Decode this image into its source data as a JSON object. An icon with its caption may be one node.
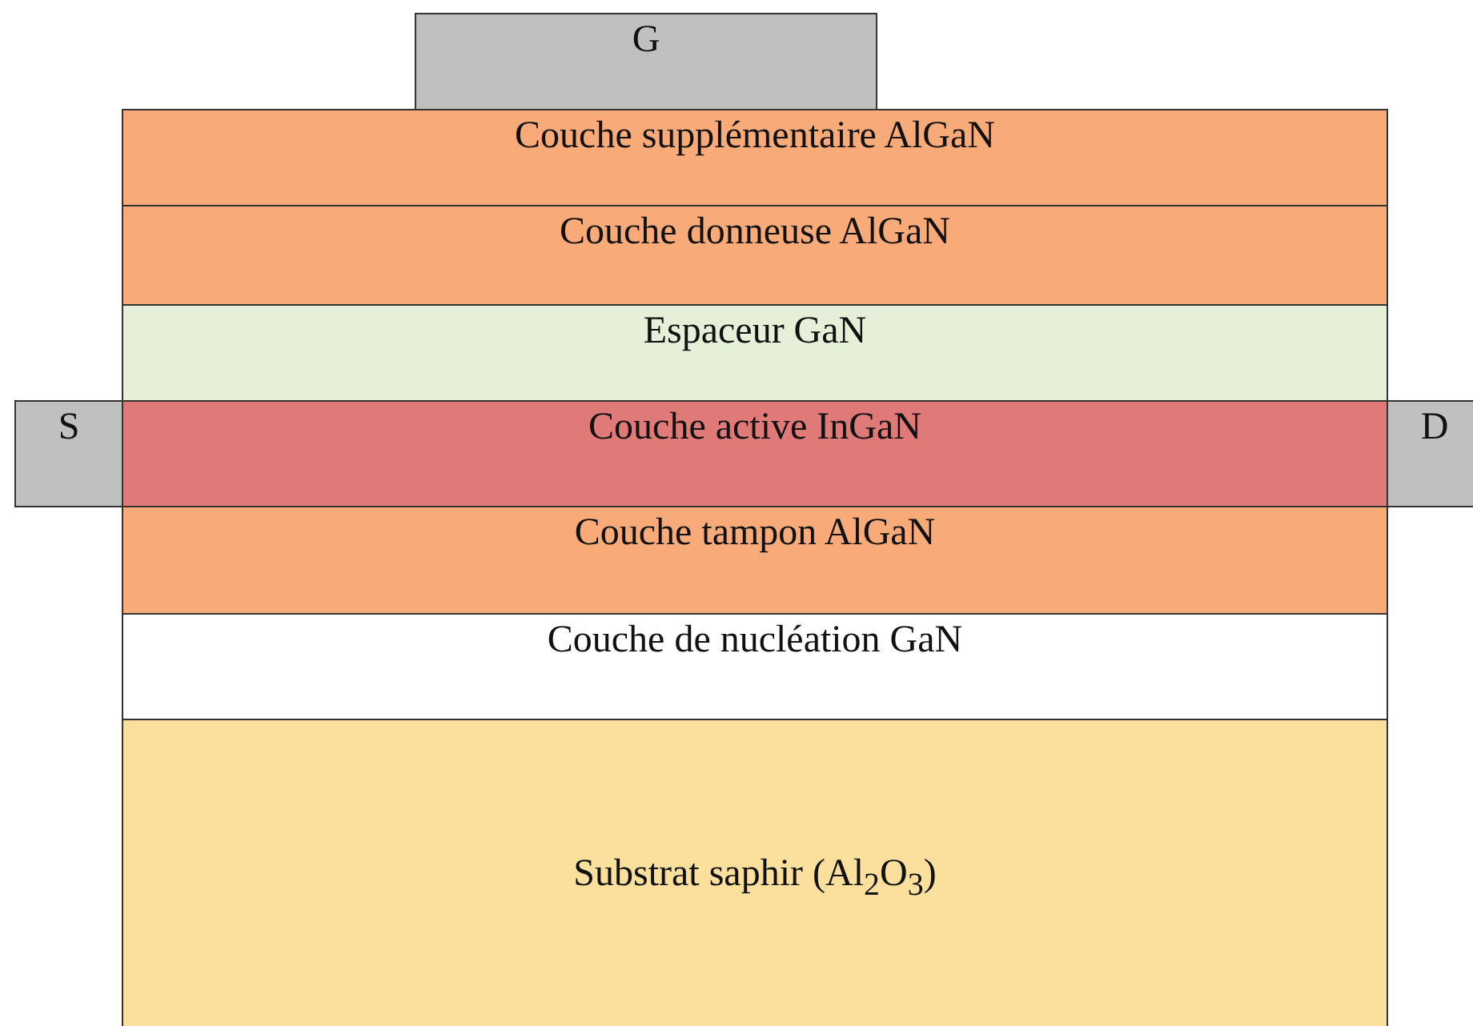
{
  "diagram": {
    "nodes": [
      {
        "text": [
          "G"
        ]
      },
      {
        "text": [
          "Couche supplémentaire AlGaN"
        ]
      },
      {
        "text": [
          "Couche donneuse AlGaN"
        ]
      },
      {
        "text": [
          "Espaceur GaN"
        ]
      },
      {
        "text": [
          "S"
        ]
      },
      {
        "text": [
          "Couche active InGaN"
        ]
      },
      {
        "text": [
          "D"
        ]
      },
      {
        "text": [
          "Couche tampon AlGaN"
        ]
      },
      {
        "text": [
          "Couche de nucléation GaN"
        ]
      },
      {
        "text": [
          "Substrat saphir (Al$_{2}$O$_{3}$)"
        ]
      }
    ],
    "edges": []
  }
}
